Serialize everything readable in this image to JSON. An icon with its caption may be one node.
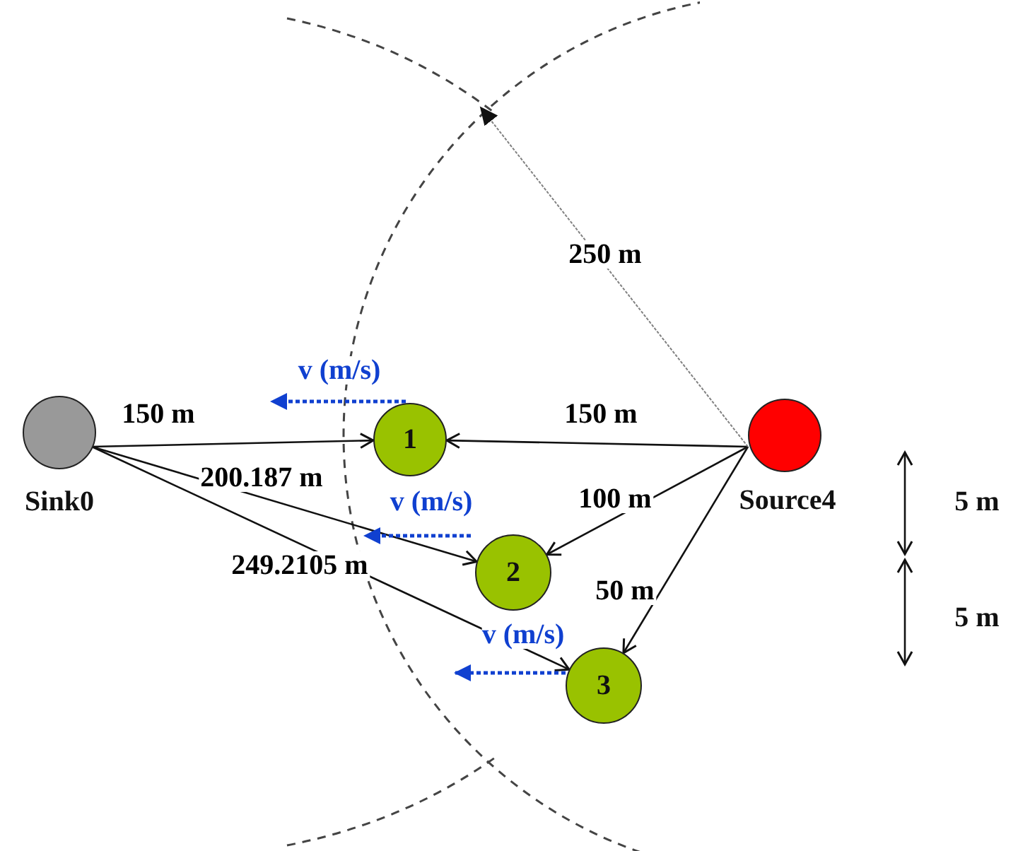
{
  "diagram": {
    "nodes": [
      {
        "text": [
          "Sink0"
        ]
      },
      {
        "text": [
          "1"
        ]
      },
      {
        "text": [
          "2"
        ]
      },
      {
        "text": [
          "3"
        ]
      },
      {
        "text": [
          "Source4"
        ]
      }
    ],
    "edges": [
      {
        "from": 0,
        "to": 1,
        "arrow": "to",
        "label": "150 m"
      },
      {
        "from": 0,
        "to": 2,
        "arrow": "to",
        "label": "200.187 m"
      },
      {
        "from": 0,
        "to": 3,
        "arrow": "to",
        "label": "249.2105 m"
      },
      {
        "from": 4,
        "to": 1,
        "arrow": "to",
        "label": "150 m"
      },
      {
        "from": 4,
        "to": 2,
        "arrow": "to",
        "label": "100 m"
      },
      {
        "from": 4,
        "to": 3,
        "arrow": "to",
        "label": "50 m"
      },
      {
        "from": 4,
        "to": null,
        "arrow": "to",
        "label": "250 m",
        "style": "dashed",
        "color": "#808080"
      }
    ],
    "labels": [
      "v (m/s)",
      "v (m/s)",
      "v (m/s)",
      "5 m",
      "5 m"
    ]
  }
}
